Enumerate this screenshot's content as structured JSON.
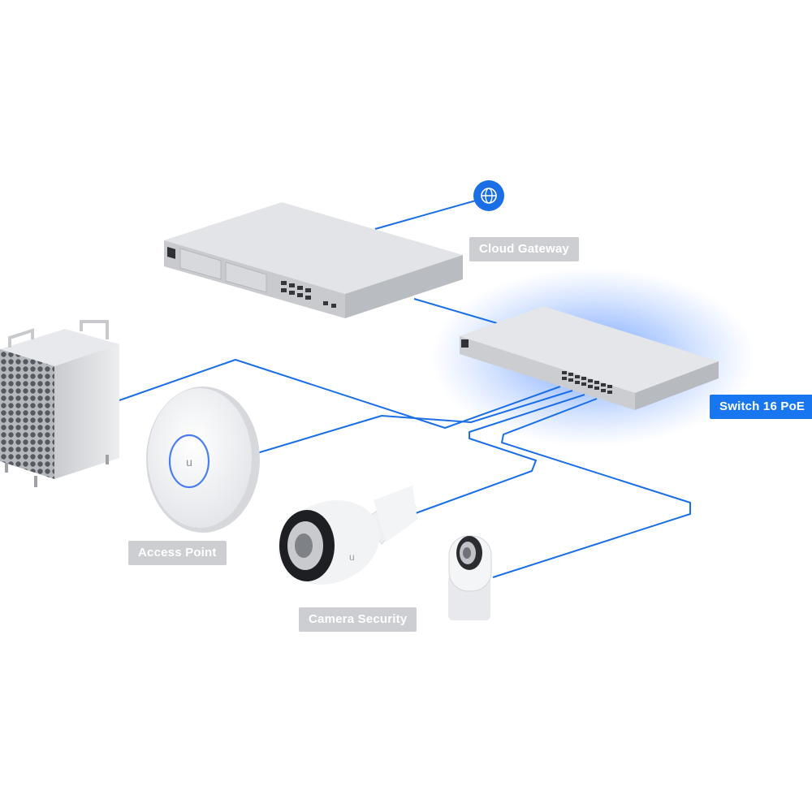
{
  "labels": {
    "cloud_gateway": "Cloud Gateway",
    "switch": "Switch 16 PoE",
    "access_point": "Access Point",
    "camera_security": "Camera Security"
  },
  "colors": {
    "cable": "#1a6ee6",
    "highlight": "#1876f0",
    "label_inactive": "#cdced1",
    "device_silver": "#d9dadd",
    "device_white": "#f4f5f7"
  },
  "icons": {
    "internet": "globe-icon"
  },
  "active_device": "switch"
}
